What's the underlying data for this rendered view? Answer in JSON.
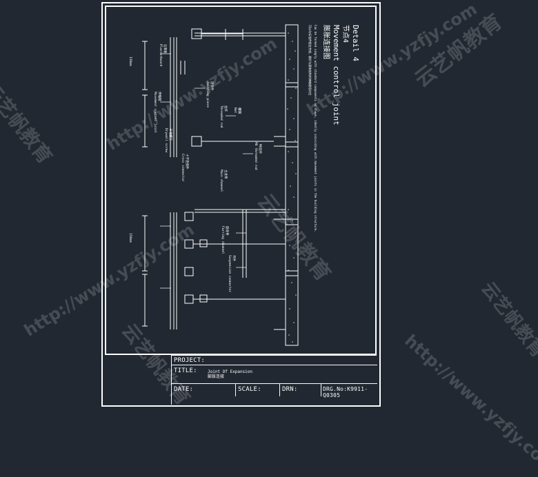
{
  "detail": {
    "heading_en": "Detail 4",
    "heading_cn": "节点4",
    "subtitle_en": "Movement control joint",
    "subtitle_cn": "膨胀连接图",
    "note_en": "Can be formed simply with standard components as shown, ideally coinciding with movement joints in the building structure.",
    "note_cn": "可以与标准件组合完成，最好与建筑结构的伸缩缝相对应"
  },
  "annotations": {
    "plasterboard": "Plasterboard\n石膏板",
    "movement_joint": "Movement control joint\n伸缩缝",
    "drywall_screw": "Drywall screw\n干墙螺钉",
    "cross_connector": "Cross connector\n十字连接件",
    "jointing_piece": "Jointing piece\n连接件",
    "threaded_rod": "Threaded rod\n丝杆",
    "nut": "Nut\n螺帽",
    "m8_rod": "M8 threaded rod\n M8丝杆",
    "main_channel": "Main channel\n主龙骨",
    "furring_channel": "Furring channel\n副龙骨",
    "suspension": "Suspension connector\n吊件",
    "dim_upper": "150mm",
    "dim_lower": "150mm"
  },
  "title_block": {
    "project_label": "PROJECT:",
    "title_label": "TITLE:",
    "title_value_en": "Joint Of Expansion",
    "title_value_cn": "膨胀连接",
    "date_label": "DATE:",
    "scale_label": "SCALE:",
    "drn_label": "DRN:",
    "drg_label": "DRG.No:K9911-Q0305"
  },
  "watermarks": {
    "url": "http://www.yzfjy.com",
    "brand_cn": "云艺帆教育"
  }
}
